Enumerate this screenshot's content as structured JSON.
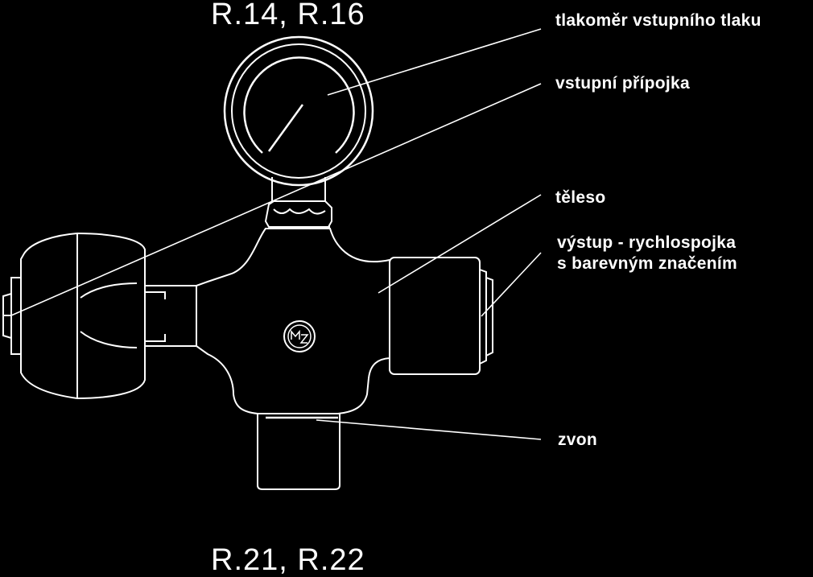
{
  "title_top": "R.14, R.16",
  "title_bottom": "R.21, R.22",
  "labels": {
    "gauge": "tlakoměr vstupního tlaku",
    "inlet": "vstupní přípojka",
    "body": "těleso",
    "outlet_line1": "výstup - rychlospojka",
    "outlet_line2": "s barevným značením",
    "bell": "zvon"
  },
  "colors": {
    "background": "#000000",
    "line": "#ffffff"
  }
}
